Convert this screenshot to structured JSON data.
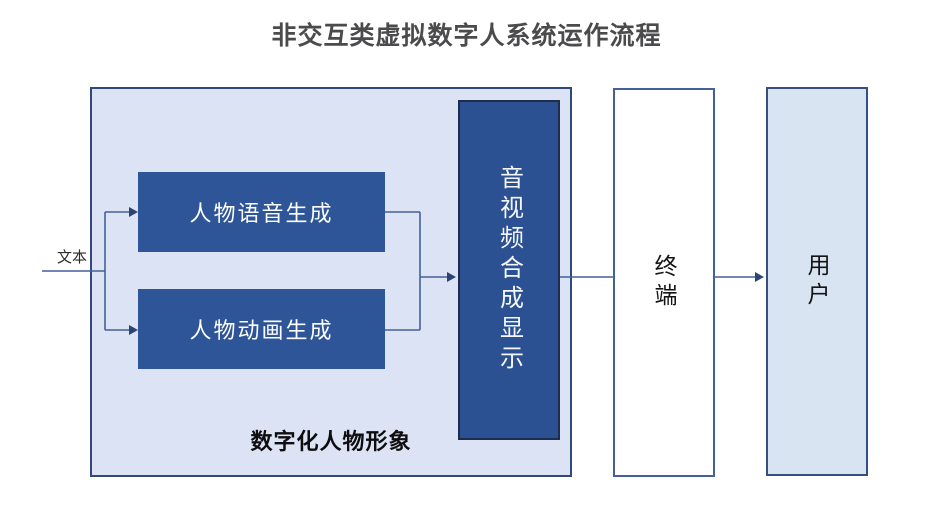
{
  "title": "非交互类虚拟数字人系统运作流程",
  "diagram": {
    "input_label": "文本",
    "group_label": "数字化人物形象",
    "nodes": {
      "voice": {
        "label": "人物语音生成"
      },
      "animation": {
        "label": "人物动画生成"
      },
      "av": {
        "label": "音视频合成显示"
      },
      "terminal": {
        "label": "终端"
      },
      "user": {
        "label": "用户"
      }
    }
  },
  "colors": {
    "group_fill": "#dbe3f4",
    "group_border": "#31487a",
    "node_fill": "#2e5597",
    "node_text": "#fdfdfd",
    "av_fill": "#2c5193",
    "av_border": "#1f2c50",
    "terminal_fill": "#ffffff",
    "terminal_border": "#44609a",
    "user_fill": "#d9e4f2",
    "user_border": "#35507e",
    "connector": "#44609a",
    "title_text": "#4b4b4d",
    "group_label_text": "#0e0e10"
  }
}
